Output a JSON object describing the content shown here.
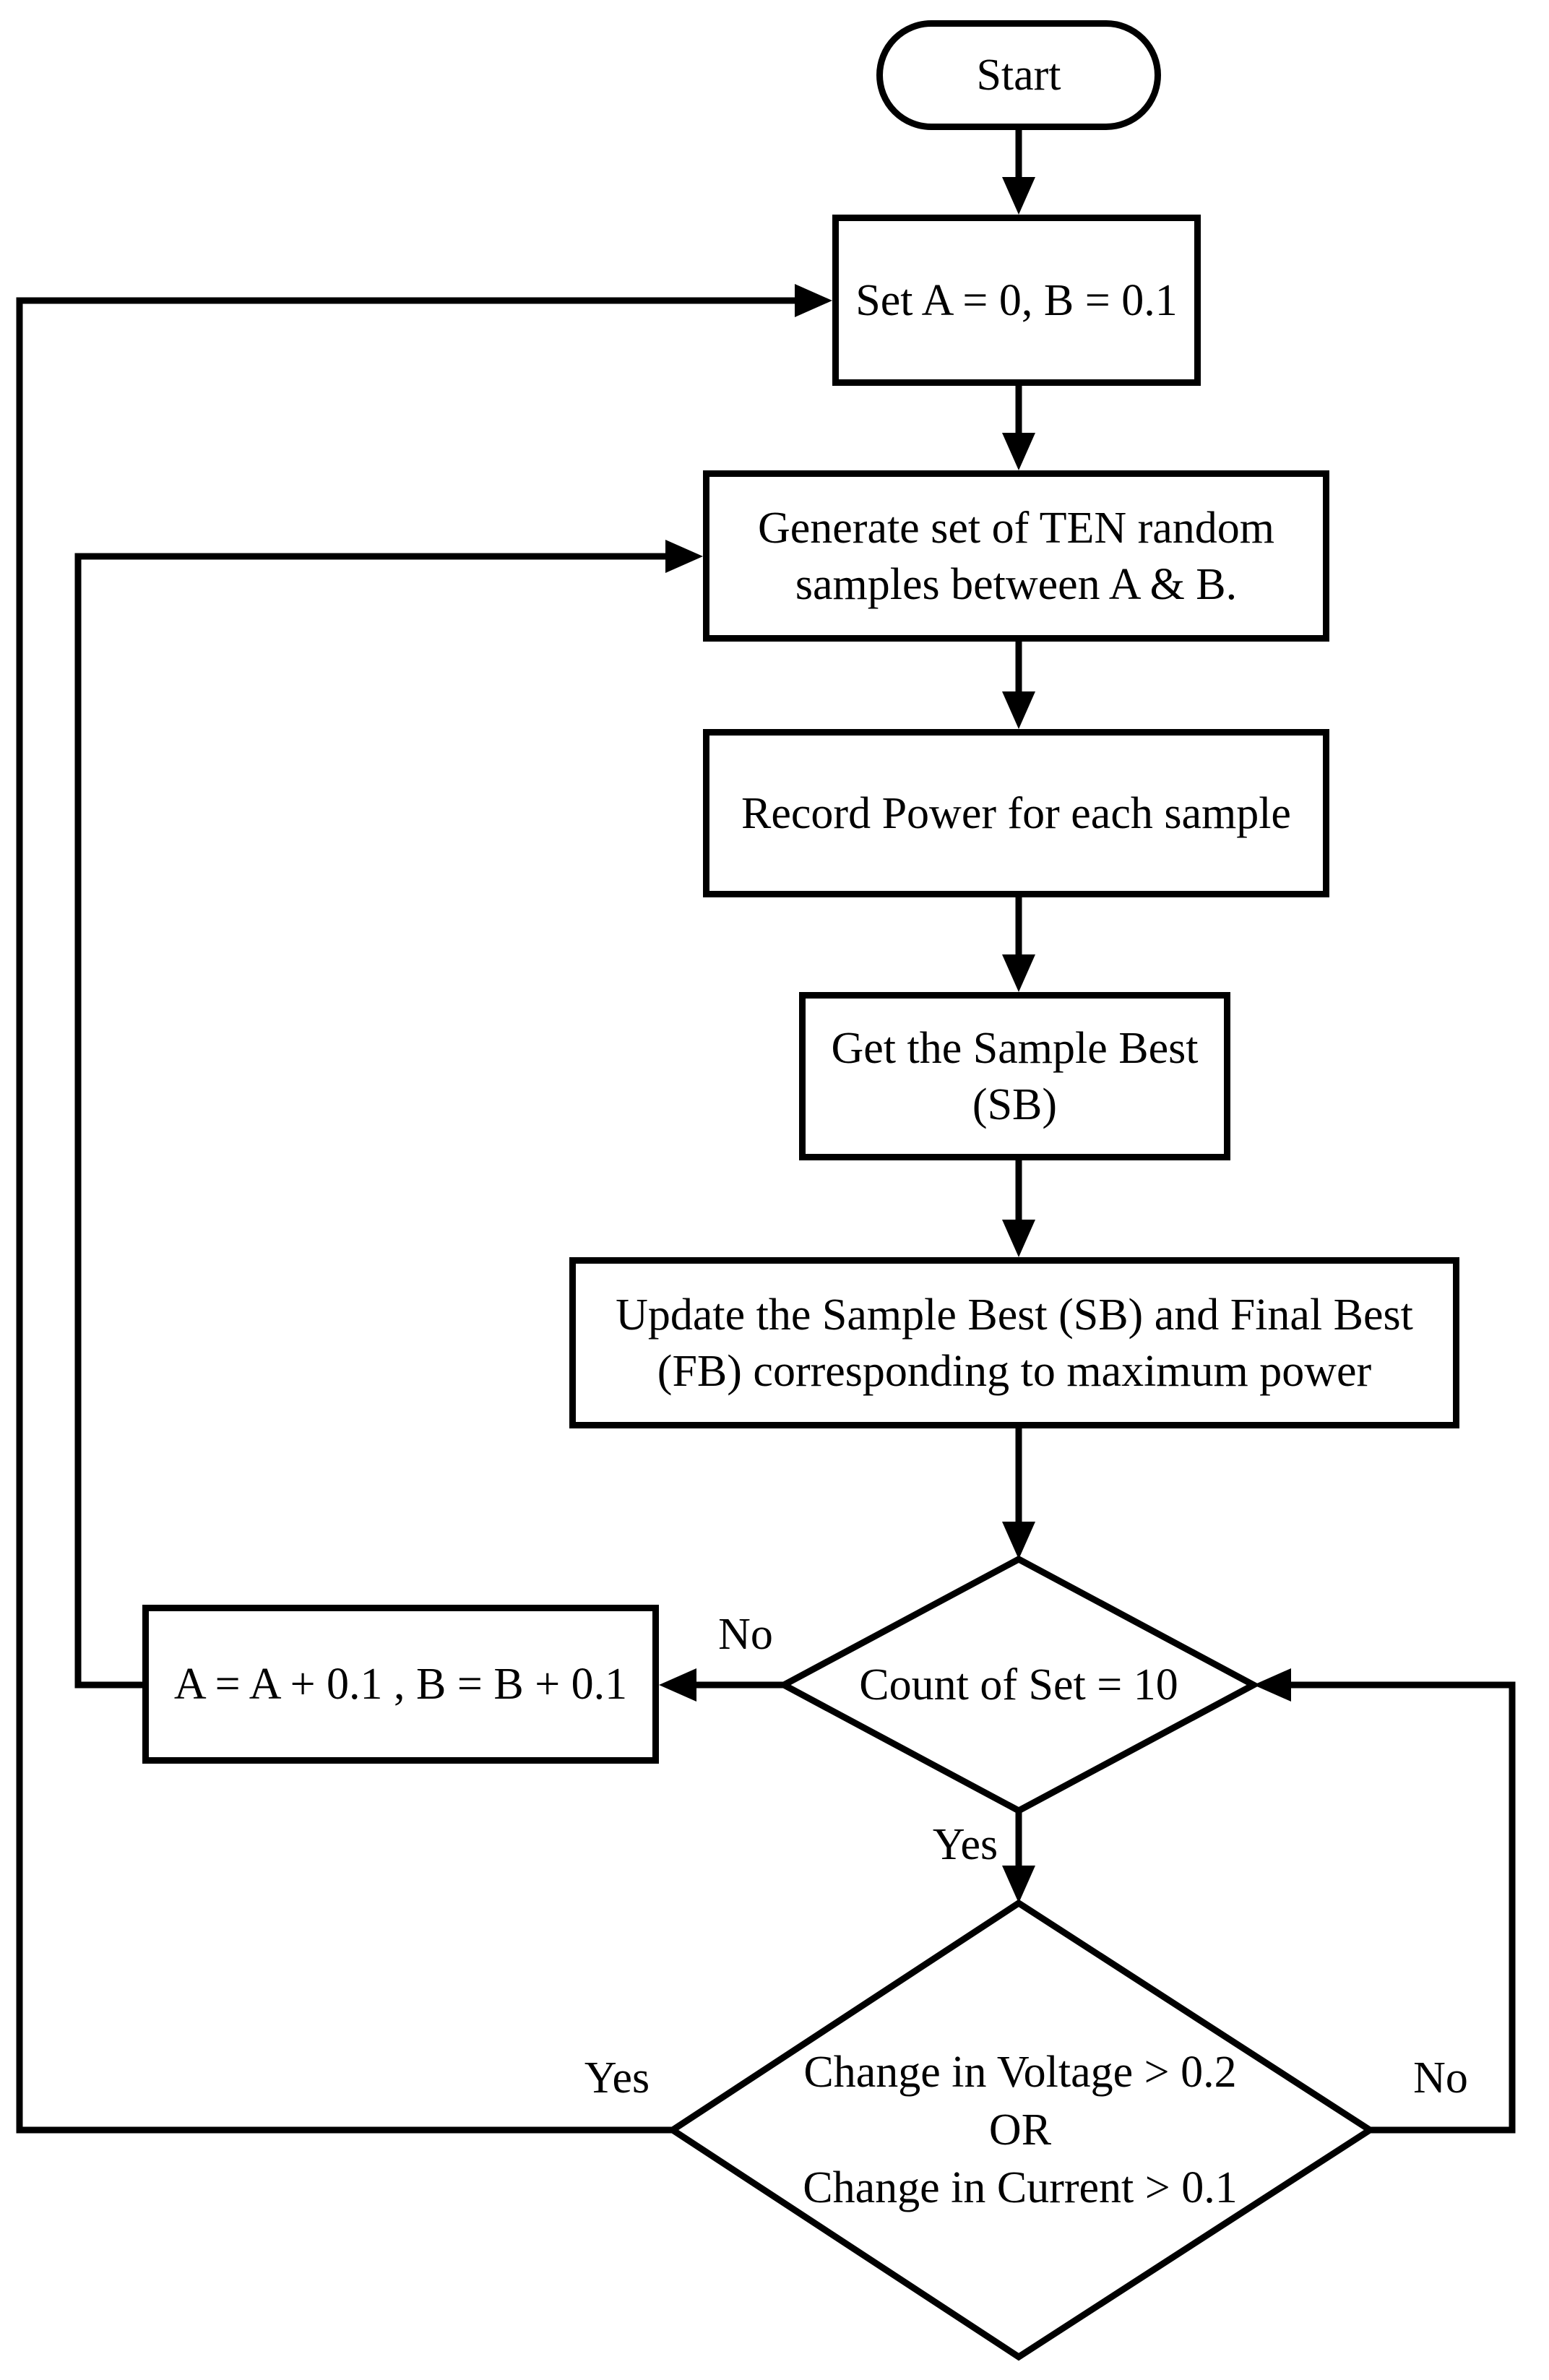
{
  "flowchart": {
    "nodes": {
      "start": {
        "type": "terminal",
        "label": "Start"
      },
      "init": {
        "type": "process",
        "label": "Set A = 0, B = 0.1"
      },
      "generate": {
        "type": "process",
        "label": "Generate set of TEN random\nsamples between A & B."
      },
      "record": {
        "type": "process",
        "label": "Record Power for each sample"
      },
      "get_sample_best": {
        "type": "process",
        "label": "Get the Sample Best\n(SB)"
      },
      "update_best": {
        "type": "process",
        "label": "Update the Sample Best (SB) and Final Best\n(FB) corresponding to maximum power"
      },
      "count_decision": {
        "type": "decision",
        "label": "Count of Set = 10"
      },
      "increment": {
        "type": "process",
        "label": "A = A + 0.1 , B = B + 0.1"
      },
      "change_decision": {
        "type": "decision",
        "label": "Change in Voltage > 0.2\nOR\nChange in Current > 0.1"
      }
    },
    "edge_labels": {
      "count_no": "No",
      "count_yes": "Yes",
      "change_yes": "Yes",
      "change_no": "No"
    },
    "colors": {
      "stroke": "#000000",
      "node_fill": "#ffffff",
      "background": "#ffffff"
    }
  }
}
